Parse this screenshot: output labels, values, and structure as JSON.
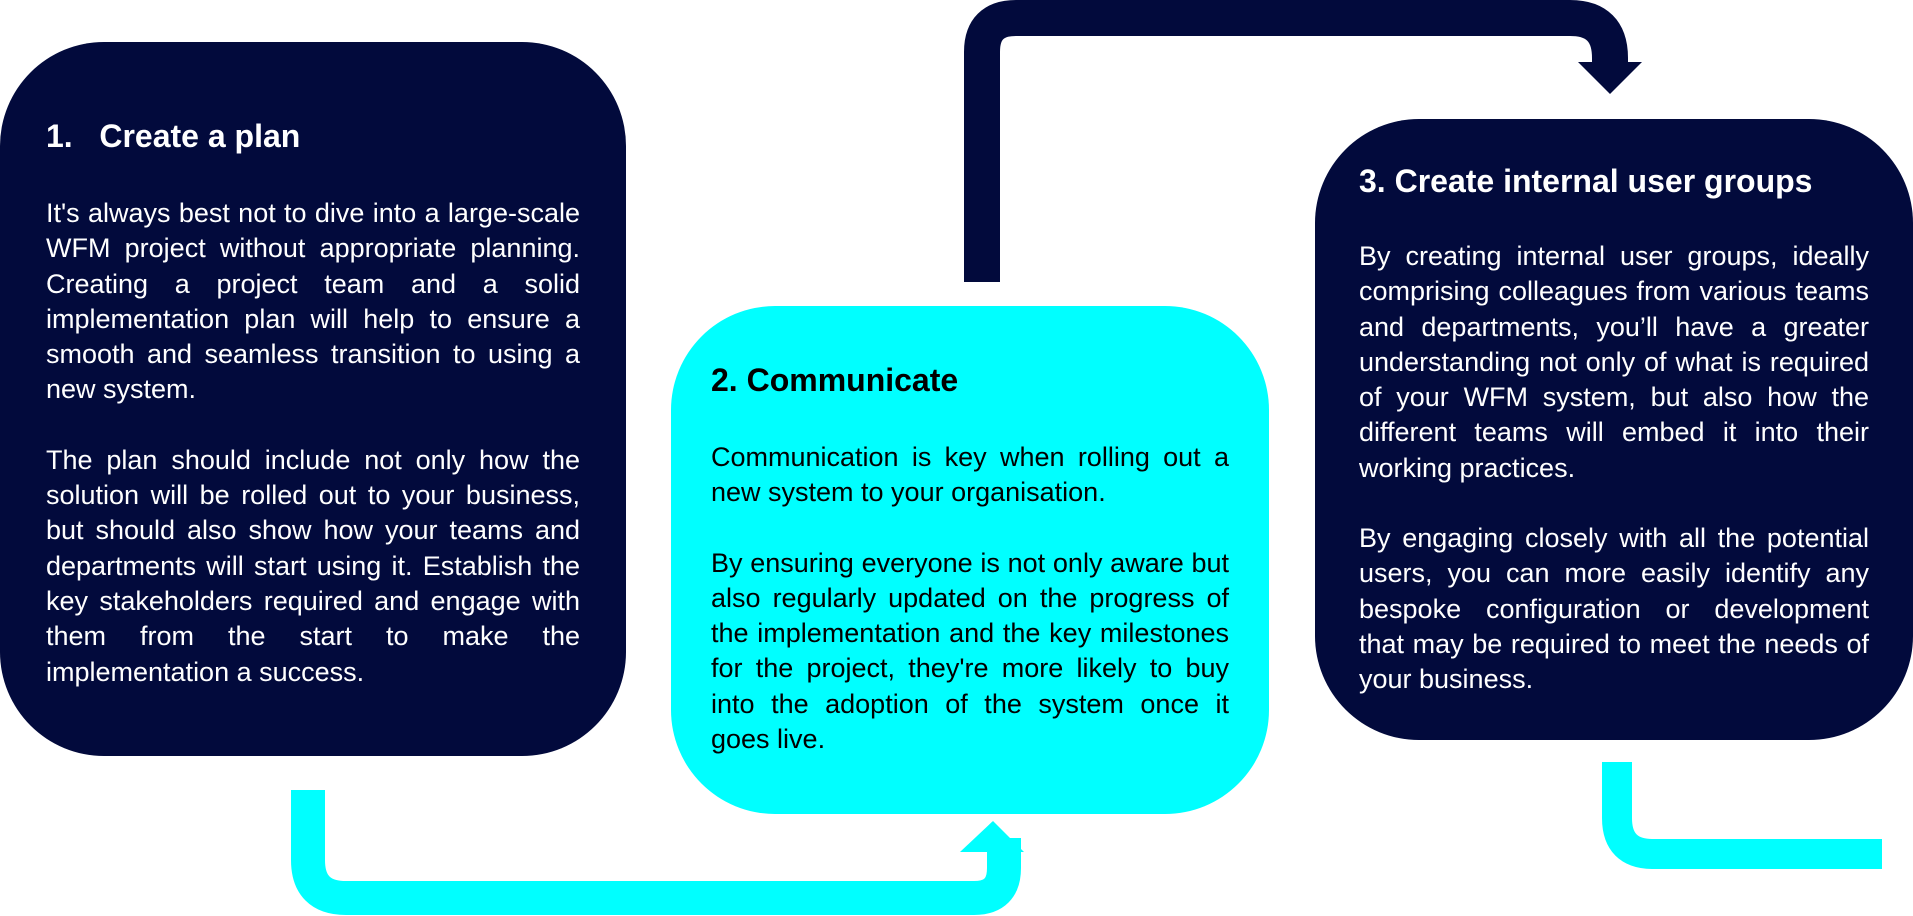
{
  "colors": {
    "dark": "#020a3c",
    "cyan": "#00ffff",
    "white": "#ffffff",
    "black": "#000000"
  },
  "steps": [
    {
      "title": "1.   Create a plan",
      "paragraphs": [
        "It's always best not to dive into a large-scale WFM project without appropriate planning.  Creating a project team and a solid implementation plan will help to ensure a smooth and seamless transition to using a new system.",
        "The plan should include not only how the solution will be rolled out to your business, but should also show how your teams and departments will start using it. Establish the key stakeholders required and engage with them from the start to make the implementation a success."
      ]
    },
    {
      "title": "2. Communicate",
      "paragraphs": [
        "Communication is key when rolling out a new system to your  organisation.",
        "By ensuring everyone is not only aware but also regularly updated on the progress of the implementation and the key milestones for the project, they're more likely to buy into the adoption of the system once it goes live."
      ]
    },
    {
      "title": "3. Create internal user groups",
      "paragraphs": [
        "By creating internal user groups, ideally comprising colleagues from various teams and departments, you’ll have a greater understanding not only of what is required of your WFM system, but also how the different teams will embed it into their working practices.",
        "By engaging closely with all the potential users, you can more easily identify any bespoke configuration or development that may be required to meet the needs of your business."
      ]
    }
  ],
  "connectors": [
    {
      "name": "arrow-step1-to-step2",
      "color": "cyan"
    },
    {
      "name": "arrow-step2-to-step3",
      "color": "dark"
    },
    {
      "name": "connector-step3-out",
      "color": "cyan"
    }
  ]
}
